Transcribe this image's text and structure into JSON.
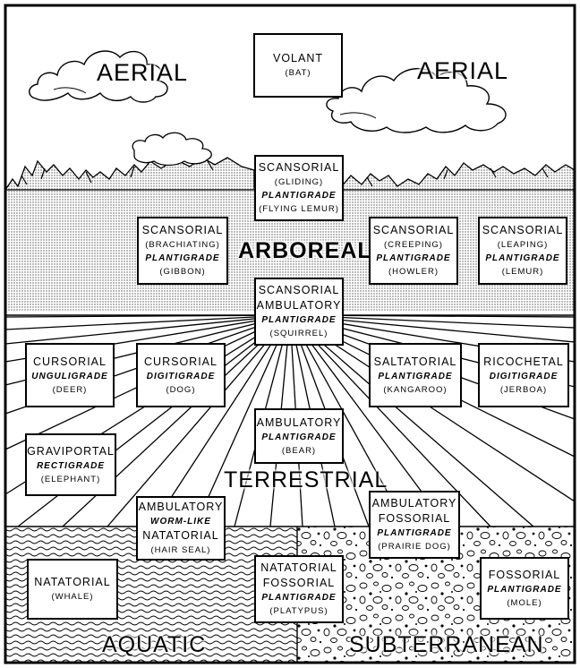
{
  "regions": {
    "aerial_left": "AERIAL",
    "aerial_right": "AERIAL",
    "arboreal": "ARBOREAL",
    "terrestrial": "TERRESTRIAL",
    "aquatic": "AQUATIC",
    "subterranean": "SUBTERRANEAN"
  },
  "boxes": {
    "volant": {
      "name": "VOLANT",
      "example": "(BAT)"
    },
    "gliding": {
      "name": "SCANSORIAL",
      "mode": "(GLIDING)",
      "gait": "PLANTIGRADE",
      "example": "(FLYING LEMUR)"
    },
    "brachiating": {
      "name": "SCANSORIAL",
      "mode": "(BRACHIATING)",
      "gait": "PLANTIGRADE",
      "example": "(GIBBON)"
    },
    "creeping": {
      "name": "SCANSORIAL",
      "mode": "(CREEPING)",
      "gait": "PLANTIGRADE",
      "example": "(HOWLER)"
    },
    "leaping": {
      "name": "SCANSORIAL",
      "mode": "(LEAPING)",
      "gait": "PLANTIGRADE",
      "example": "(LEMUR)"
    },
    "squirrel": {
      "name": "SCANSORIAL",
      "name2": "AMBULATORY",
      "gait": "PLANTIGRADE",
      "example": "(SQUIRREL)"
    },
    "deer": {
      "name": "CURSORIAL",
      "gait": "UNGULIGRADE",
      "example": "(DEER)"
    },
    "dog": {
      "name": "CURSORIAL",
      "gait": "DIGITIGRADE",
      "example": "(DOG)"
    },
    "kangaroo": {
      "name": "SALTATORIAL",
      "gait": "PLANTIGRADE",
      "example": "(KANGAROO)"
    },
    "jerboa": {
      "name": "RICOCHETAL",
      "gait": "DIGITIGRADE",
      "example": "(JERBOA)"
    },
    "bear": {
      "name": "AMBULATORY",
      "gait": "PLANTIGRADE",
      "example": "(BEAR)"
    },
    "elephant": {
      "name": "GRAVIPORTAL",
      "gait": "RECTIGRADE",
      "example": "(ELEPHANT)"
    },
    "seal": {
      "name": "AMBULATORY",
      "gait": "WORM-LIKE",
      "name2": "NATATORIAL",
      "example": "(HAIR SEAL)"
    },
    "prairie_dog": {
      "name": "AMBULATORY",
      "name2": "FOSSORIAL",
      "gait": "PLANTIGRADE",
      "example": "(PRAIRIE DOG)"
    },
    "whale": {
      "name": "NATATORIAL",
      "example": "(WHALE)"
    },
    "platypus": {
      "name": "NATATORIAL",
      "name2": "FOSSORIAL",
      "gait": "PLANTIGRADE",
      "example": "(PLATYPUS)"
    },
    "mole": {
      "name": "FOSSORIAL",
      "gait": "PLANTIGRADE",
      "example": "(MOLE)"
    }
  }
}
